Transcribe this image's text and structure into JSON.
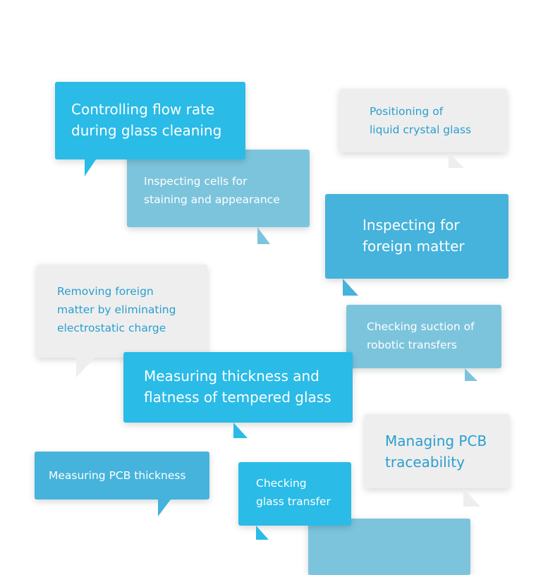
{
  "bubbles": [
    {
      "id": "glass-cleaning",
      "text": "Controlling flow rate\nduring glass cleaning"
    },
    {
      "id": "positioning-lcd",
      "text": "Positioning of\nliquid crystal glass"
    },
    {
      "id": "inspecting-cells",
      "text": "Inspecting cells for\nstaining and appearance"
    },
    {
      "id": "foreign-matter",
      "text": "Inspecting for\nforeign matter"
    },
    {
      "id": "electrostatic",
      "text": "Removing foreign\nmatter by eliminating\nelectrostatic charge"
    },
    {
      "id": "robotic-suction",
      "text": "Checking suction of\nrobotic transfers"
    },
    {
      "id": "tempered-glass",
      "text": "Measuring thickness and\nflatness of tempered glass"
    },
    {
      "id": "pcb-traceability",
      "text": "Managing PCB\ntraceability"
    },
    {
      "id": "pcb-thickness",
      "text": "Measuring PCB thickness"
    },
    {
      "id": "glass-transfer",
      "text": "Checking\nglass transfer"
    },
    {
      "id": "empty",
      "text": ""
    }
  ]
}
